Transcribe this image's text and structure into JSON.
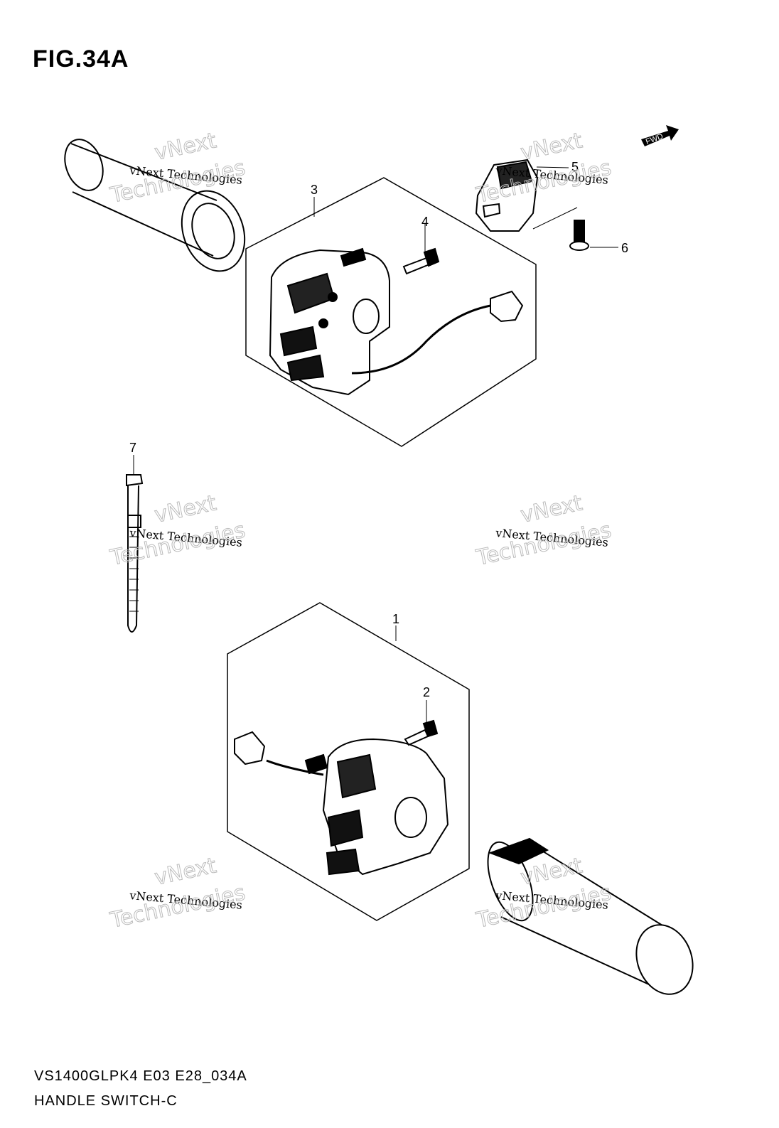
{
  "figure": {
    "title": "FIG.34A"
  },
  "direction_badge": {
    "label": "FWD"
  },
  "callouts": [
    "1",
    "2",
    "3",
    "4",
    "5",
    "6",
    "7"
  ],
  "watermark": {
    "line1": "vNext Technologies",
    "line2": "vNext",
    "line3": "Technologies"
  },
  "footer": {
    "code": "VS1400GLPK4 E03 E28_034A",
    "name": "HANDLE SWITCH-C"
  }
}
